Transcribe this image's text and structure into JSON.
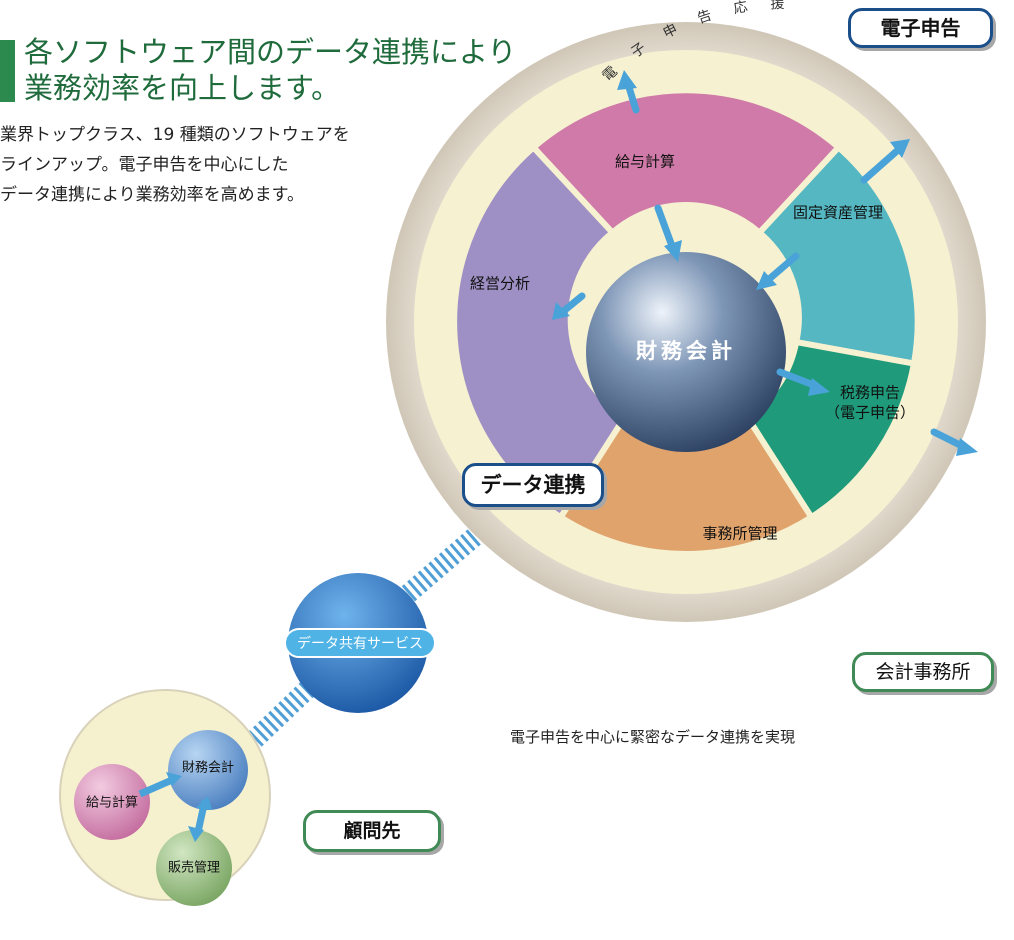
{
  "heading": {
    "line1": "各ソフトウェア間のデータ連携により",
    "line2": "業務効率を向上します。"
  },
  "description": {
    "line1": "業界トップクラス、19 種類のソフトウェアを",
    "line2": "ラインアップ。電子申告を中心にした",
    "line3": "データ連携により業務効率を高めます。"
  },
  "office": {
    "ring_label_chars": [
      "電",
      "子",
      "申",
      "告",
      "応",
      "援"
    ],
    "center": "財務会計",
    "segments": {
      "payroll": "給与計算",
      "fixed_assets": "固定資産管理",
      "tax_line1": "税務申告",
      "tax_line2": "（電子申告）",
      "office_mgmt": "事務所管理",
      "analysis": "経営分析"
    }
  },
  "tags": {
    "denshi": "電子申告",
    "data_link": "データ連携",
    "accounting_office": "会計事務所",
    "client": "顧問先"
  },
  "share_service": "データ共有サービス",
  "client": {
    "accounting": "財務会計",
    "payroll": "給与計算",
    "sales": "販売管理"
  },
  "caption": "電子申告を中心に緊密なデータ連携を実現",
  "colors": {
    "heading": "#1f6b3c",
    "payroll": "#cf7aa8",
    "fixed_assets": "#55b7c2",
    "tax": "#1f9a7a",
    "office_mgmt": "#e0a36c",
    "analysis": "#9e90c4",
    "arrow": "#4aa3d8",
    "tag_border": "#1a4f8a"
  }
}
